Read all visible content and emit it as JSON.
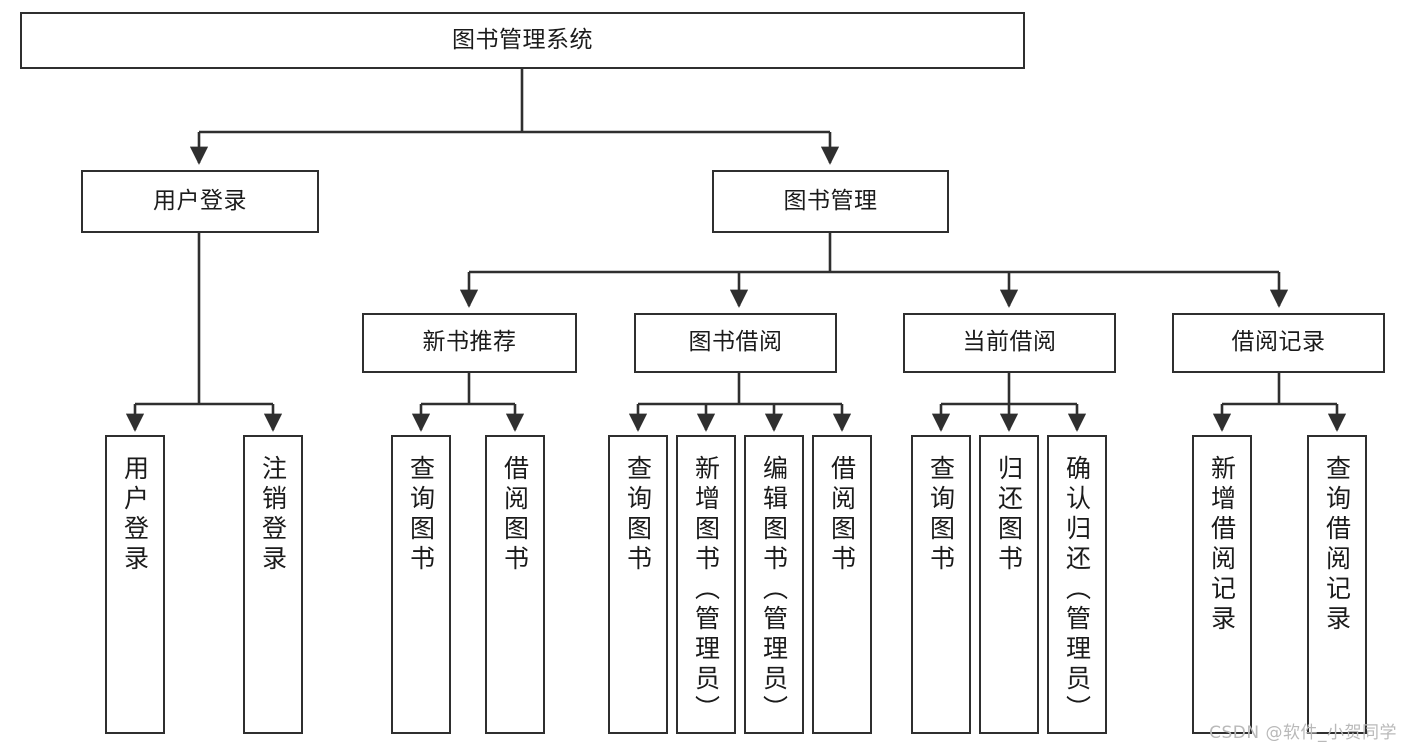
{
  "diagram": {
    "type": "tree",
    "title": "图书管理系统",
    "watermark": "CSDN @软件_小贺同学",
    "colors": {
      "box_border": "#2f2f2f",
      "box_fill": "#ffffff",
      "connector": "#2f2f2f",
      "text": "#1b1b1b",
      "watermark": "#b9b9b9"
    },
    "levels": {
      "root": {
        "label": "图书管理系统"
      },
      "level2": [
        {
          "label": "用户登录"
        },
        {
          "label": "图书管理"
        }
      ],
      "level3": [
        {
          "label": "新书推荐"
        },
        {
          "label": "图书借阅"
        },
        {
          "label": "当前借阅"
        },
        {
          "label": "借阅记录"
        }
      ],
      "leaves": {
        "user_login": [
          {
            "label": "用户登录"
          },
          {
            "label": "注销登录"
          }
        ],
        "new_book_recommend": [
          {
            "label": "查询图书"
          },
          {
            "label": "借阅图书"
          }
        ],
        "book_borrow": [
          {
            "label": "查询图书"
          },
          {
            "label": "新增图书（管理员）"
          },
          {
            "label": "编辑图书（管理员）"
          },
          {
            "label": "借阅图书"
          }
        ],
        "current_borrow": [
          {
            "label": "查询图书"
          },
          {
            "label": "归还图书"
          },
          {
            "label": "确认归还（管理员）"
          }
        ],
        "borrow_record": [
          {
            "label": "新增借阅记录"
          },
          {
            "label": "查询借阅记录"
          }
        ]
      }
    }
  }
}
